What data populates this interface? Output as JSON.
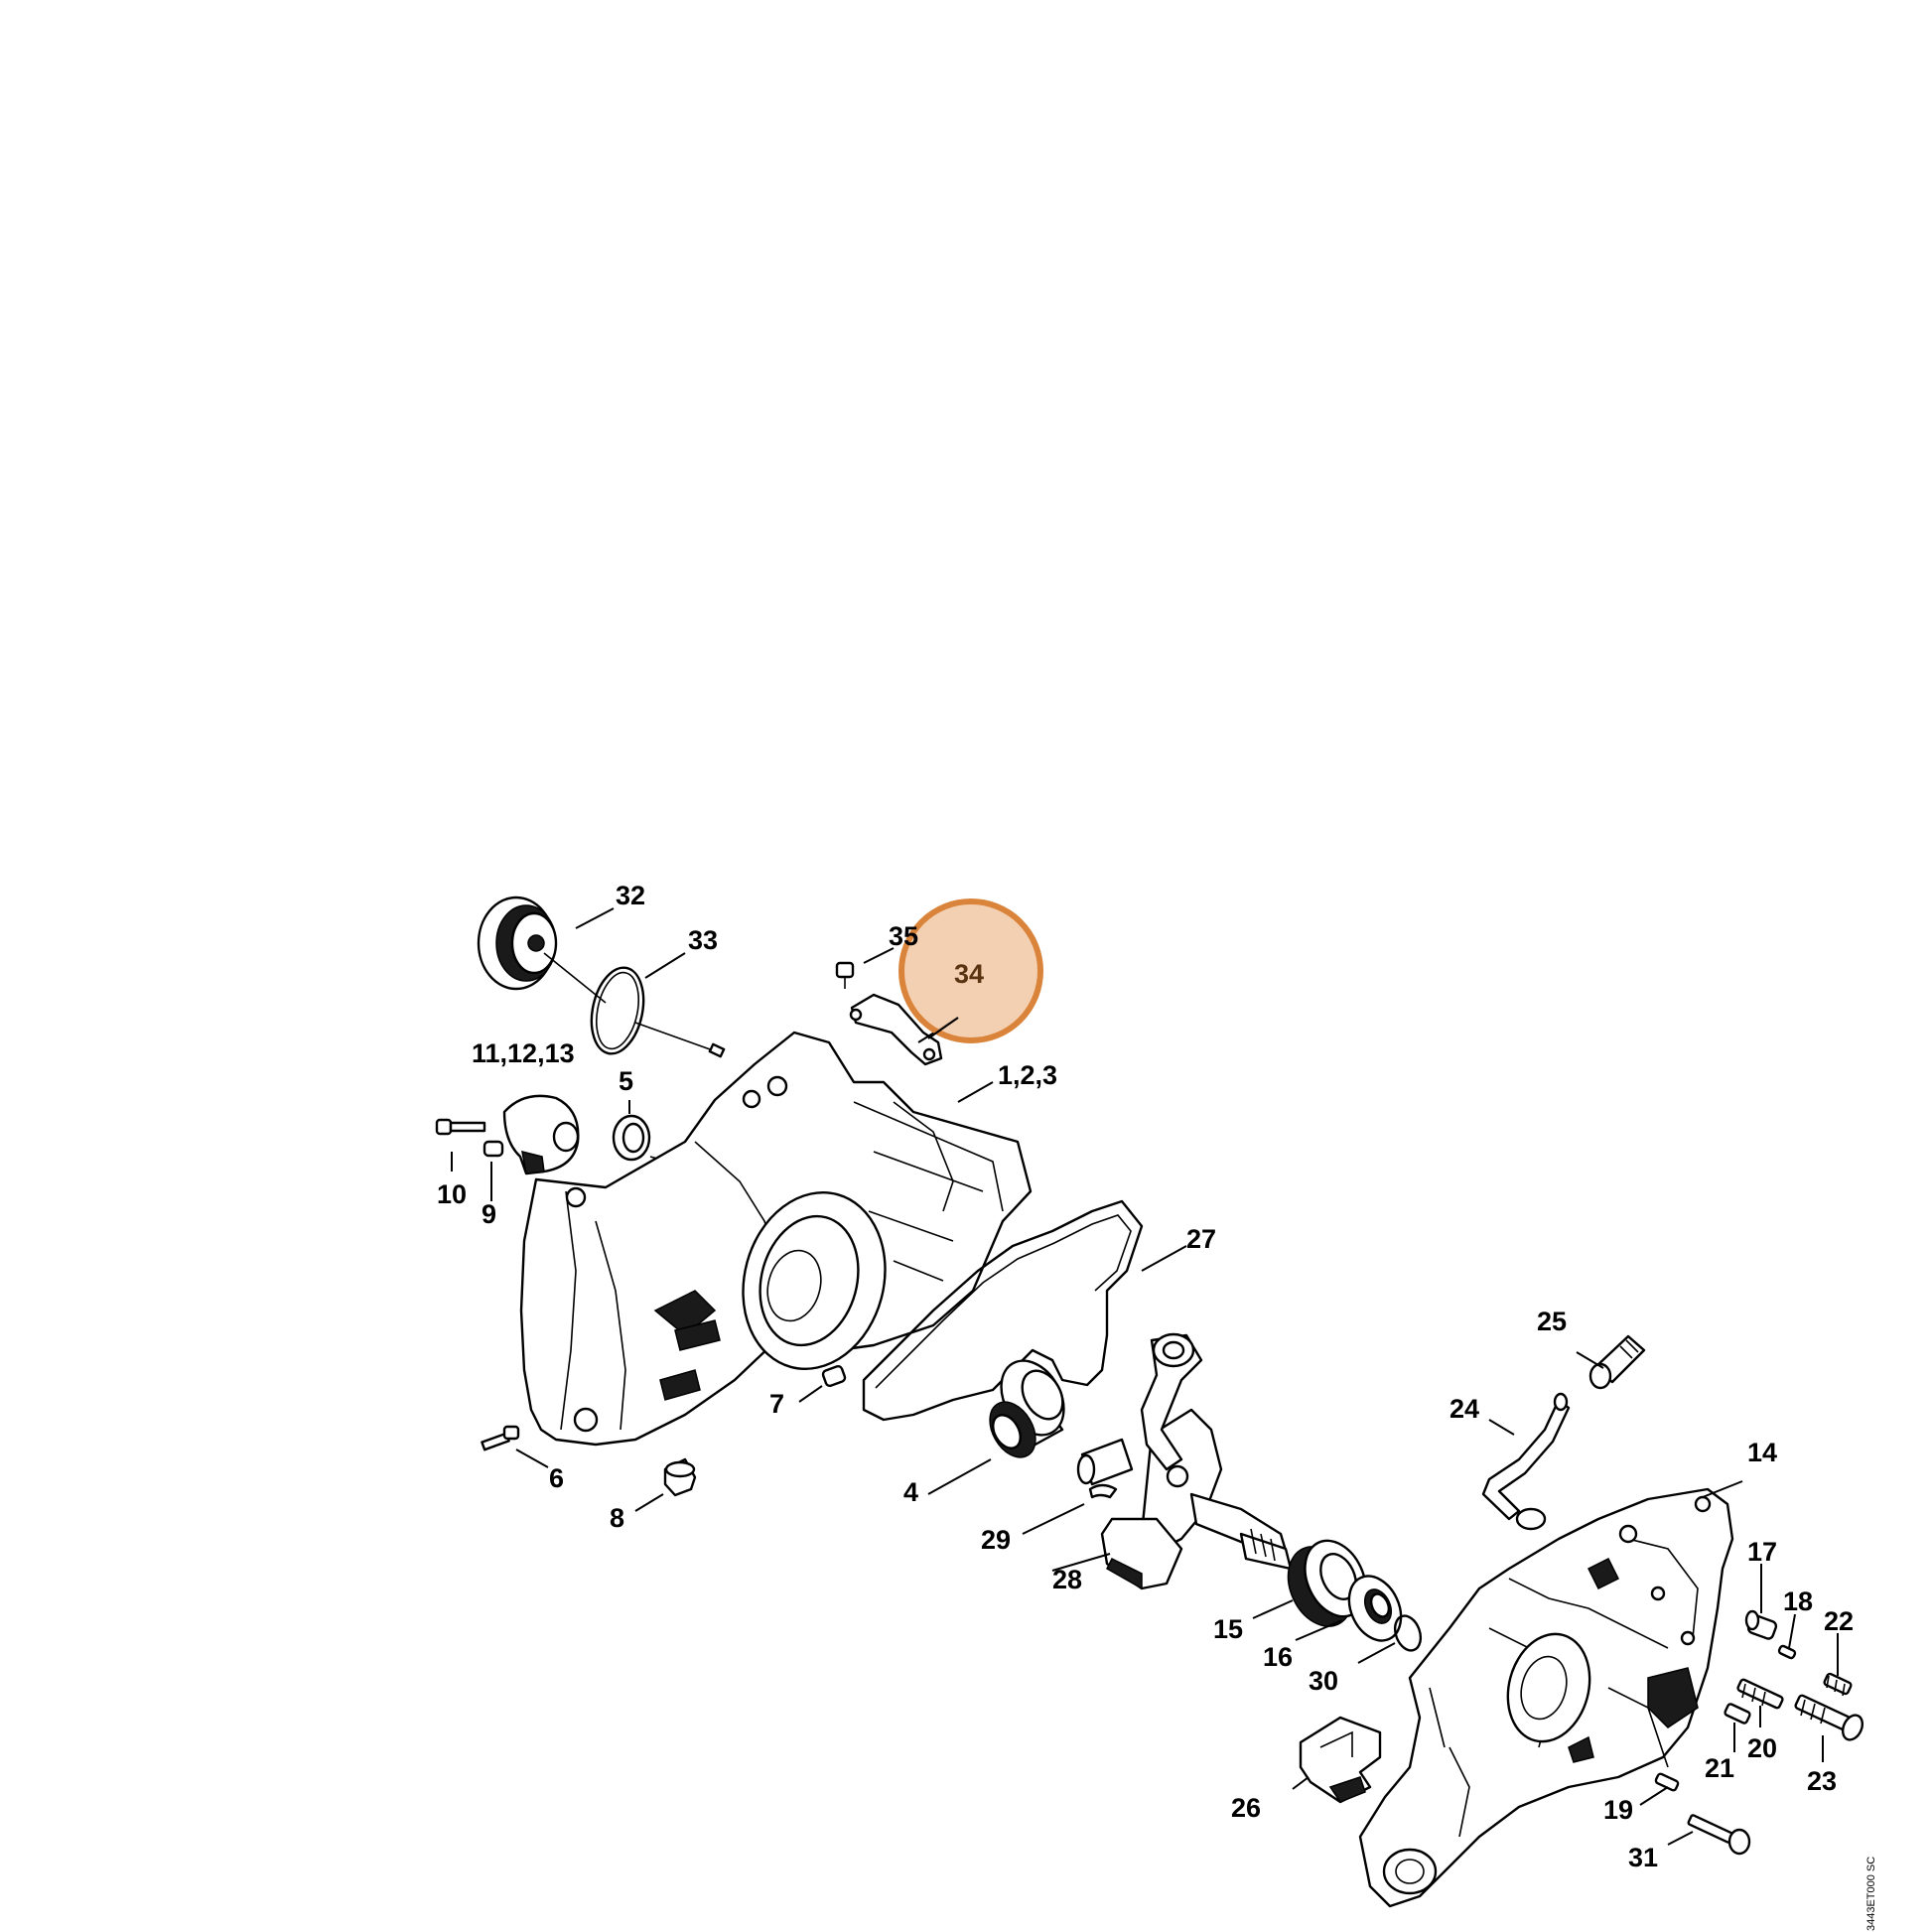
{
  "labels": {
    "p32": "32",
    "p33": "33",
    "p35": "35",
    "p34": "34",
    "p11_12_13": "11,12,13",
    "p5": "5",
    "p1_2_3": "1,2,3",
    "p10": "10",
    "p9": "9",
    "p27": "27",
    "p25": "25",
    "p24": "24",
    "p7": "7",
    "p6": "6",
    "p4": "4",
    "p14": "14",
    "p8": "8",
    "p29": "29",
    "p28": "28",
    "p17": "17",
    "p18": "18",
    "p22": "22",
    "p15": "15",
    "p16": "16",
    "p30": "30",
    "p20": "20",
    "p21": "21",
    "p23": "23",
    "p26": "26",
    "p19": "19",
    "p31": "31"
  },
  "drawing_code": "3443ET000 SC",
  "highlight": {
    "part": "34",
    "color": "#f2c8a5",
    "ring_color": "#d9843a"
  }
}
